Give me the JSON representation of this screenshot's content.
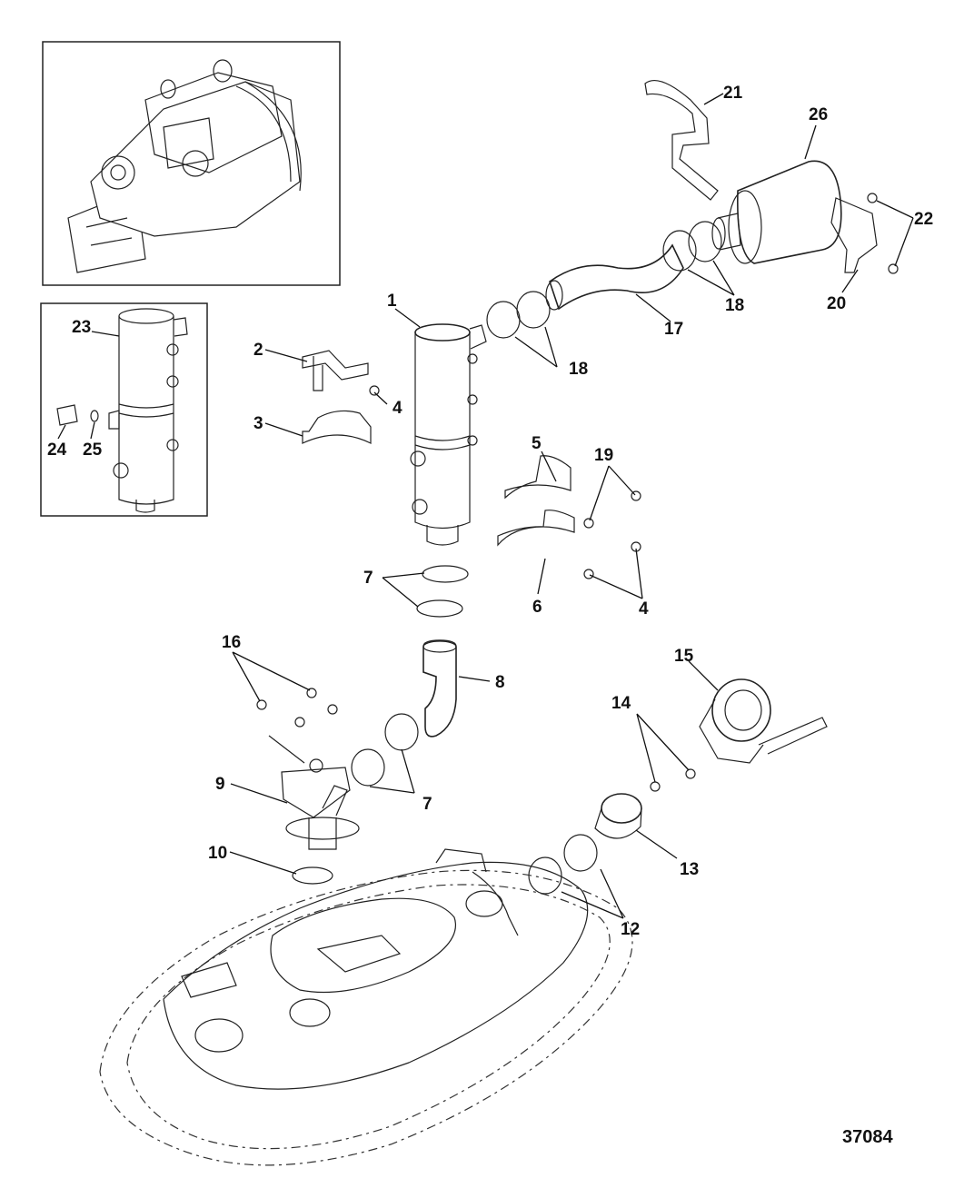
{
  "callouts": {
    "c1": "1",
    "c2": "2",
    "c3": "3",
    "c4a": "4",
    "c4b": "4",
    "c5": "5",
    "c6": "6",
    "c7a": "7",
    "c7b": "7",
    "c8": "8",
    "c9": "9",
    "c10": "10",
    "c12": "12",
    "c13": "13",
    "c14": "14",
    "c15": "15",
    "c16": "16",
    "c17": "17",
    "c18a": "18",
    "c18b": "18",
    "c19": "19",
    "c20": "20",
    "c21": "21",
    "c22": "22",
    "c23": "23",
    "c24": "24",
    "c25": "25",
    "c26": "26"
  },
  "reference_number": "37084"
}
